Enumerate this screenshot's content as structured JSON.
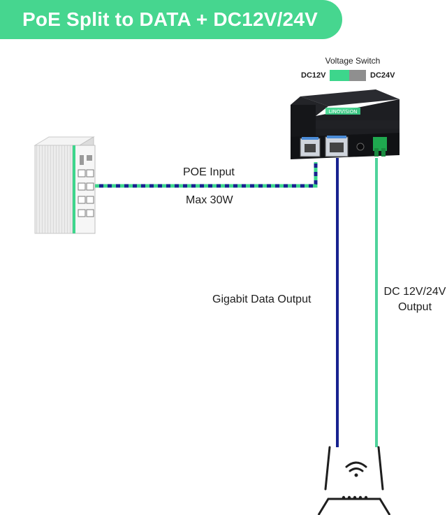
{
  "header": {
    "title": "PoE Split to DATA + DC12V/24V"
  },
  "voltage_switch": {
    "title": "Voltage Switch",
    "left_label": "DC12V",
    "right_label": "DC24V"
  },
  "device": {
    "brand": "LINOVISION"
  },
  "links": {
    "poe_input": {
      "line1": "POE Input",
      "line2": "Max 30W"
    },
    "data_output": {
      "label": "Gigabit Data Output"
    },
    "dc_output": {
      "line1": "DC 12V/24V",
      "line2": "Output"
    }
  },
  "colors": {
    "accent_green": "#3dd68c",
    "banner_green": "#46d68f",
    "cable_blue": "#17228f",
    "dc_wire_green": "#4fd39b",
    "device_black": "#1a1b1f",
    "switch_body": "#e6e6e6",
    "switch_grey": "#8f8f8f"
  },
  "icons": {
    "switch": "poe-switch-icon",
    "splitter": "poe-splitter-icon",
    "router": "wifi-router-icon",
    "wifi": "wifi-icon"
  }
}
